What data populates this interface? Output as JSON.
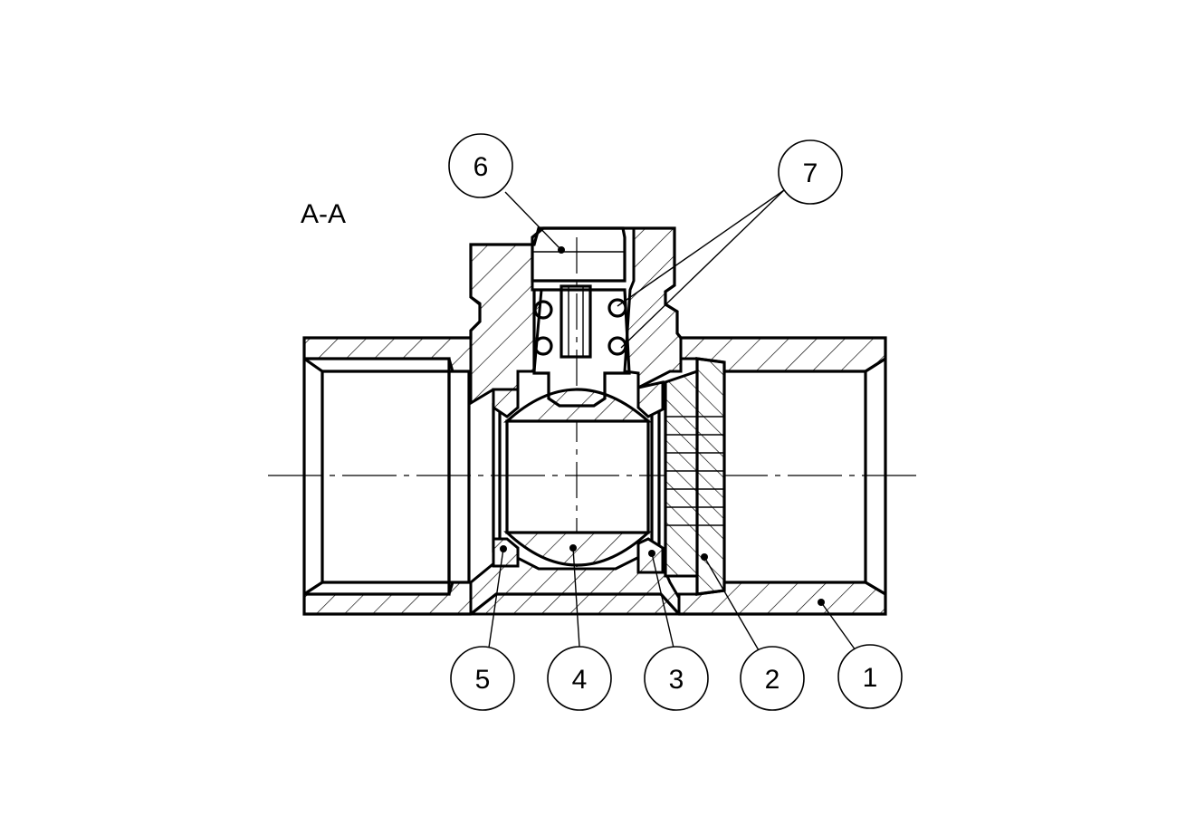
{
  "section_label": "A-A",
  "callouts": [
    {
      "id": "1",
      "text": "1"
    },
    {
      "id": "2",
      "text": "2"
    },
    {
      "id": "3",
      "text": "3"
    },
    {
      "id": "4",
      "text": "4"
    },
    {
      "id": "5",
      "text": "5"
    },
    {
      "id": "6",
      "text": "6"
    },
    {
      "id": "7",
      "text": "7"
    }
  ]
}
